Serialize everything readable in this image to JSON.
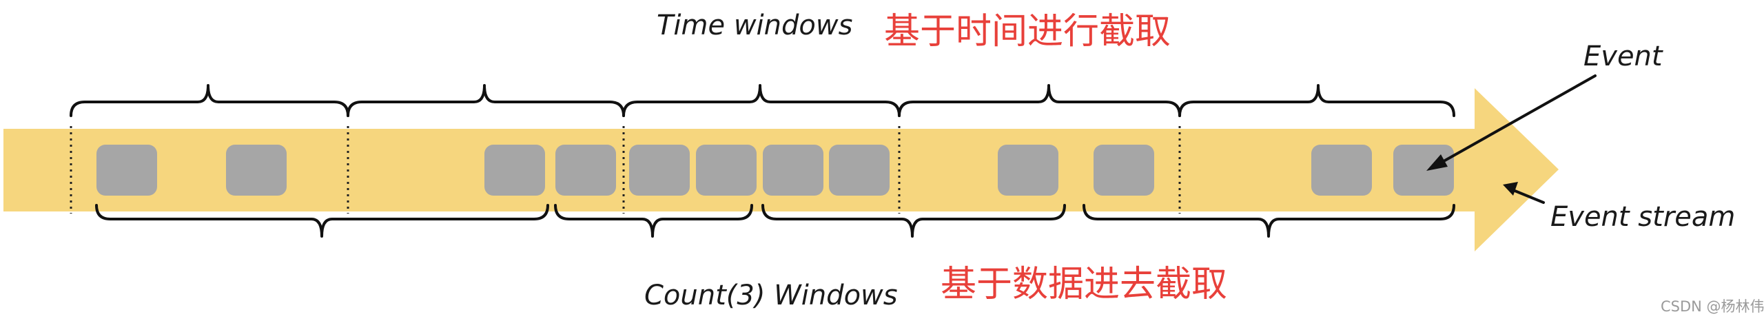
{
  "time_label": "Time windows",
  "time_note": "基于时间进行截取",
  "count_label": "Count(3) Windows",
  "count_note": "基于数据进去截取",
  "event_label": "Event",
  "stream_label": "Event stream",
  "watermark": "CSDN @杨林伟",
  "colors": {
    "stream": "#f6d67e",
    "event": "#a6a6a6",
    "note": "#e8403a",
    "ink": "#1a1a1a"
  }
}
